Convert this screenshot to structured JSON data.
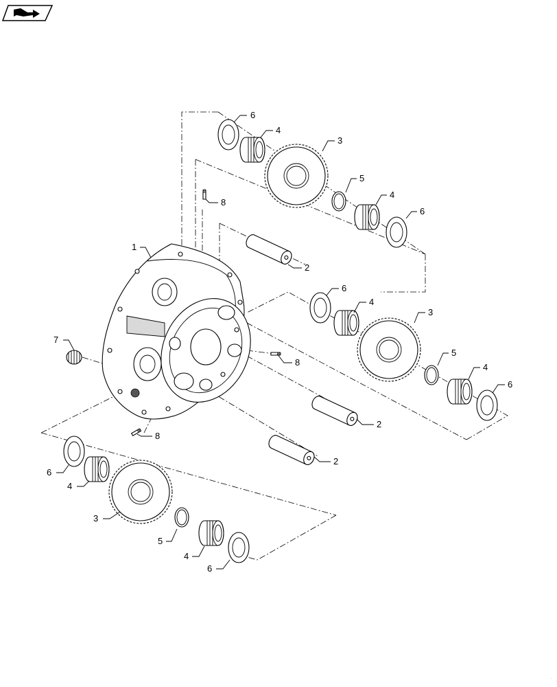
{
  "diagram": {
    "callouts": [
      {
        "id": "c6a",
        "text": "6"
      },
      {
        "id": "c4a",
        "text": "4"
      },
      {
        "id": "c3a",
        "text": "3"
      },
      {
        "id": "c8a",
        "text": "8"
      },
      {
        "id": "c5a",
        "text": "5"
      },
      {
        "id": "c4b",
        "text": "4"
      },
      {
        "id": "c6b",
        "text": "6"
      },
      {
        "id": "c1",
        "text": "1"
      },
      {
        "id": "c2a",
        "text": "2"
      },
      {
        "id": "c6c",
        "text": "6"
      },
      {
        "id": "c4c",
        "text": "4"
      },
      {
        "id": "c3b",
        "text": "3"
      },
      {
        "id": "c7",
        "text": "7"
      },
      {
        "id": "c8b",
        "text": "8"
      },
      {
        "id": "c5b",
        "text": "5"
      },
      {
        "id": "c4d",
        "text": "4"
      },
      {
        "id": "c6d",
        "text": "6"
      },
      {
        "id": "c2b",
        "text": "2"
      },
      {
        "id": "c8c",
        "text": "8"
      },
      {
        "id": "c2c",
        "text": "2"
      },
      {
        "id": "c6e",
        "text": "6"
      },
      {
        "id": "c4e",
        "text": "4"
      },
      {
        "id": "c3c",
        "text": "3"
      },
      {
        "id": "c5c",
        "text": "5"
      },
      {
        "id": "c4f",
        "text": "4"
      },
      {
        "id": "c6f",
        "text": "6"
      }
    ],
    "icon": "book-arrow-icon"
  }
}
